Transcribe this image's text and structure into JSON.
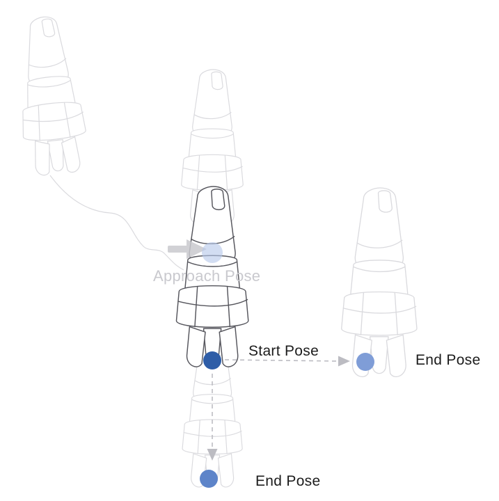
{
  "diagram": {
    "labels": {
      "approach": "Approach Pose",
      "start": "Start Pose",
      "end_right": "End Pose",
      "end_bottom": "End Pose"
    },
    "markers": {
      "approach_pose": "approach waypoint (faded)",
      "start_pose": "start waypoint",
      "end_pose_right": "end waypoint (right)",
      "end_pose_bottom": "end waypoint (bottom)"
    },
    "colors": {
      "ghost_stroke": "#dadade",
      "solid_stroke": "#55555c",
      "arrow": "#bcbcc2",
      "label_muted": "#c9c9ce",
      "label_dark": "#1c1c1c",
      "approach_dot": "#b6c8ea",
      "start_dot": "#2e5da7",
      "end_right_dot": "#7f9dd7",
      "end_bottom_dot": "#5d84c9"
    }
  }
}
